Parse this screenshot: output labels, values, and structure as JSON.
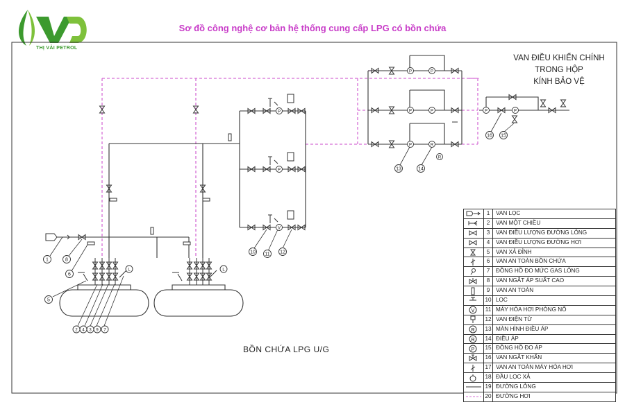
{
  "brand": {
    "name": "THỊ VẢI PETROL",
    "colors": {
      "green": "#3c9a2e",
      "title": "#c83cc8",
      "vapor_line": "#d56ed5"
    }
  },
  "title": "Sơ đồ công nghệ cơ bản hệ thống cung cấp LPG có bồn chứa",
  "control_note": [
    "VAN ĐIỀU KHIỂN CHÍNH",
    "TRONG HỘP",
    "KÍNH BẢO VỆ"
  ],
  "tank_label": "BỒN CHỨA LPG U/G",
  "callouts": {
    "left": [
      "1",
      "8",
      "6",
      "5"
    ],
    "tank_bottom": [
      "2",
      "4",
      "3",
      "9",
      "7"
    ],
    "vaporizer": [
      "10",
      "11",
      "12"
    ],
    "regulator": [
      "13",
      "14"
    ],
    "main": [
      "16",
      "15"
    ]
  },
  "gauge_letters": {
    "pressure": "P",
    "regulator": "R",
    "vaporizer": "V",
    "level": "L"
  },
  "legend": [
    {
      "num": "1",
      "label": "VAN LỌC",
      "icon": "filter-valve-icon"
    },
    {
      "num": "2",
      "label": "VAN MỘT CHIỀU",
      "icon": "check-valve-icon"
    },
    {
      "num": "3",
      "label": "VAN ĐIỀU LƯỢNG ĐƯỜNG LỎNG",
      "icon": "gate-valve-icon"
    },
    {
      "num": "4",
      "label": "VAN ĐIỀU LƯỢNG ĐƯỜNG HƠI",
      "icon": "gate-valve-icon"
    },
    {
      "num": "5",
      "label": "VAN XẢ ĐỈNH",
      "icon": "vent-valve-icon"
    },
    {
      "num": "6",
      "label": "VAN AN TOÀN BỒN CHỨA",
      "icon": "relief-valve-icon"
    },
    {
      "num": "7",
      "label": "ĐỒNG HỒ ĐO MỨC GAS LỎNG",
      "icon": "level-gauge-icon"
    },
    {
      "num": "8",
      "label": "VAN NGẮT ÁP SUẤT CAO",
      "icon": "shutoff-valve-icon"
    },
    {
      "num": "9",
      "label": "VAN AN TOÀN",
      "icon": "safety-valve-icon"
    },
    {
      "num": "10",
      "label": "LỌC",
      "icon": "strainer-icon"
    },
    {
      "num": "11",
      "label": "MÁY HÓA HƠI PHÒNG NỔ",
      "icon": "vaporizer-icon"
    },
    {
      "num": "12",
      "label": "VAN ĐIỆN TỪ",
      "icon": "solenoid-valve-icon"
    },
    {
      "num": "13",
      "label": "MÀN HÌNH ĐIỀU ÁP",
      "icon": "regulator-monitor-icon"
    },
    {
      "num": "14",
      "label": "ĐIỀU ÁP",
      "icon": "regulator-icon"
    },
    {
      "num": "15",
      "label": "ĐỒNG HỒ ĐO ÁP",
      "icon": "pressure-gauge-icon"
    },
    {
      "num": "16",
      "label": "VAN NGẮT KHẨN",
      "icon": "emergency-valve-icon"
    },
    {
      "num": "17",
      "label": "VAN AN TOÀN MÁY HÓA HƠI",
      "icon": "vaporizer-relief-icon"
    },
    {
      "num": "18",
      "label": "ĐẦU LỌC XẢ",
      "icon": "drain-filter-icon"
    },
    {
      "num": "19",
      "label": "ĐƯỜNG LỎNG",
      "icon": "liquid-line-icon"
    },
    {
      "num": "20",
      "label": "ĐƯỜNG HƠI",
      "icon": "vapor-line-icon"
    }
  ]
}
